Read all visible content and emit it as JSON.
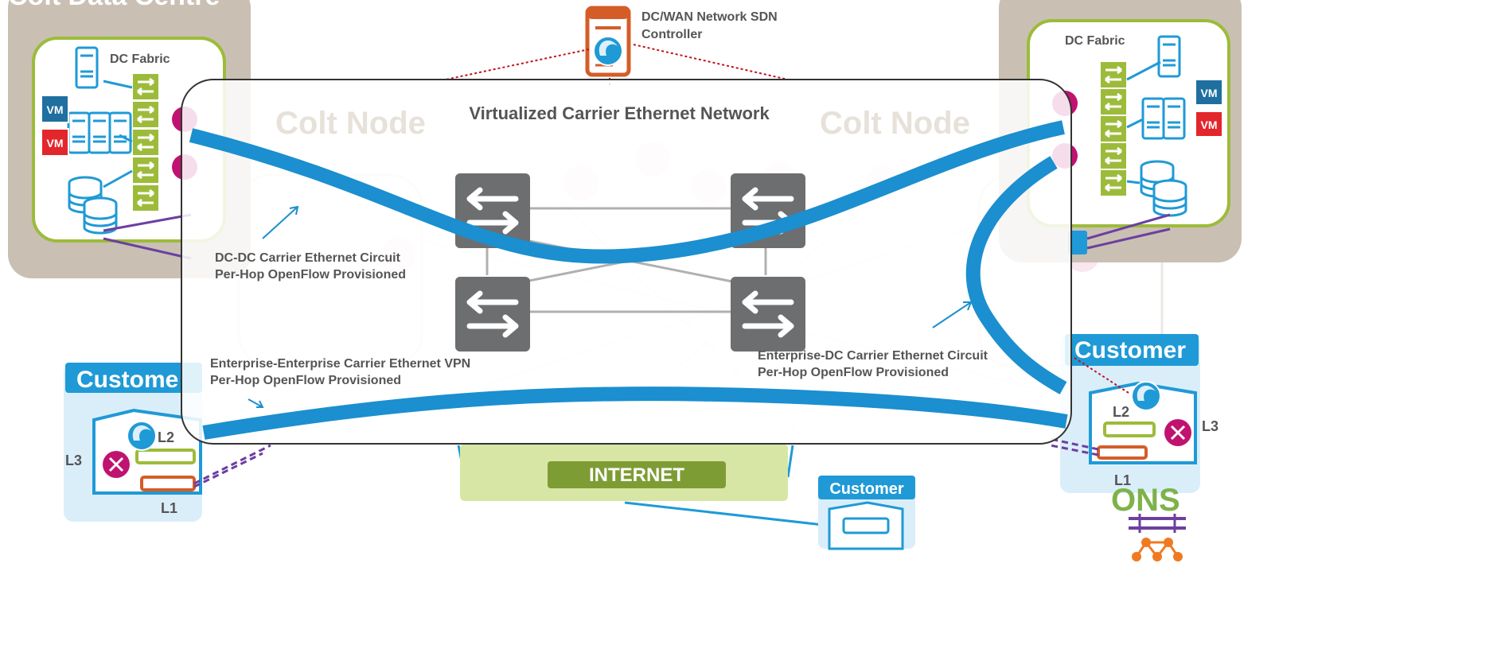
{
  "title": "Virtualized Carrier Ethernet Network",
  "colt_data_centre": "Colt Data Centre",
  "controller_label": [
    "DC/WAN Network SDN",
    "Controller"
  ],
  "dc_fabric_left": "DC Fabric",
  "dc_fabric_right": "DC Fabric",
  "vm_label": "VM",
  "colt_node": "Colt Node",
  "circuit_dc_dc": [
    "DC-DC Carrier Ethernet  Circuit",
    "Per-Hop OpenFlow Provisioned"
  ],
  "circuit_ent_ent": [
    "Enterprise-Enterprise Carrier Ethernet  VPN",
    "Per-Hop OpenFlow Provisioned"
  ],
  "circuit_ent_dc": [
    "Enterprise-DC Carrier Ethernet  Circuit",
    "Per-Hop OpenFlow Provisioned"
  ],
  "internet": "INTERNET",
  "customer_left": "Custome",
  "customer_right": "Customer",
  "customer_bottom": "Customer",
  "layer_l1": "L1",
  "layer_l2": "L2",
  "layer_l3": "L3",
  "ons_logo": "ONS",
  "colors": {
    "beige": "#c9c0b3",
    "fabric_green": "#9dbb3a",
    "pipe_blue": "#1b8fcf",
    "customer_blue": "#1f9ad6",
    "vm_blue": "#1f6fa0",
    "vm_red": "#e3262b",
    "internet_green": "#d7e6a5",
    "switch_gray": "#6d6e70",
    "controller_orange": "#d45d27",
    "purple": "#6c3fa0"
  }
}
